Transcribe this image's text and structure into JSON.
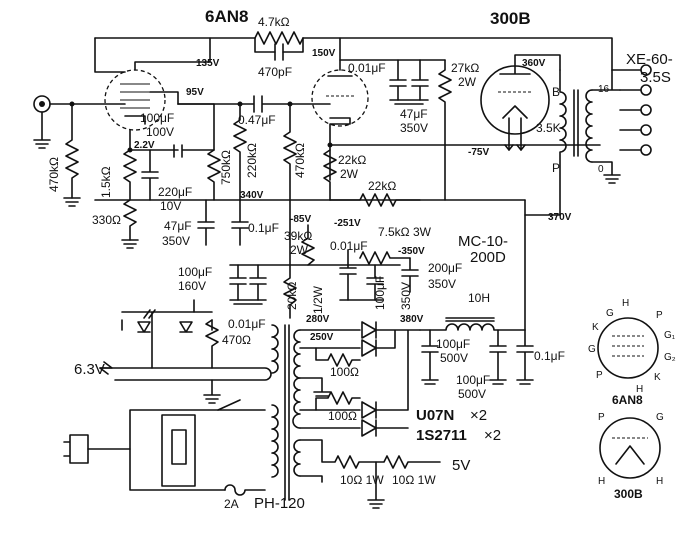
{
  "tubes": {
    "driver": "6AN8",
    "output": "300B"
  },
  "transformers": {
    "output_model": "XE-60-",
    "output_model_2": "3.5S",
    "output_impedance": "3.5K",
    "output_tap_16": "16",
    "output_tap_0": "0",
    "output_b": "B",
    "output_p": "P",
    "choke_model": "MC-10-",
    "choke_model_2": "200D",
    "choke_value": "10H",
    "power_model": "PH-120"
  },
  "diodes": {
    "rect_1": "U07N",
    "rect_1_count": "×2",
    "rect_2": "1S2711",
    "rect_2_count": "×2"
  },
  "fuse": "2A",
  "heater": "6.3V",
  "filament": "5V",
  "voltages": [
    "135V",
    "95V",
    "150V",
    "360V",
    "2.2V",
    "340V",
    "-75V",
    "-85V",
    "-251V",
    "-350V",
    "370V",
    "280V",
    "250V",
    "380V"
  ],
  "components": {
    "r_feedback": "4.7kΩ",
    "c_feedback": "470pF",
    "c_001_top": "0.01μF",
    "c_47_top": "47μF",
    "c_47_top_v": "350V",
    "r_27k": "27kΩ",
    "r_27k_w": "2W",
    "r_470k_in": "470kΩ",
    "c_100_cath": "100μF",
    "c_100_cath_v": "100V",
    "c_047": "0.47μF",
    "r_220k": "220kΩ",
    "r_470k_grid": "470kΩ",
    "r_15k": "1.5kΩ",
    "r_330": "330Ω",
    "c_220": "220μF",
    "c_220_v": "10V",
    "r_750k": "750kΩ",
    "c_47_mid": "47μF",
    "c_47_mid_v": "350V",
    "c_01_mid": "0.1μF",
    "r_22k_v": "22kΩ",
    "r_22k_v_w": "2W",
    "r_22k_h": "22kΩ",
    "r_39k": "39kΩ",
    "r_39k_w": "2W",
    "c_001_neg": "0.01μF",
    "r_75k": "7.5kΩ 3W",
    "c_100_neg": "100μF",
    "c_100_neg_v": "160V",
    "r_20k": "20kΩ",
    "r_20k_w": "1/2W",
    "c_100_350": "100μF",
    "c_100_350_v": "350V",
    "c_200": "200μF",
    "c_200_v": "350V",
    "c_001_led": "0.01μF",
    "r_470_led": "470Ω",
    "r_100_a": "100Ω",
    "r_100_b": "100Ω",
    "c_100_psu1": "100μF",
    "c_100_psu1_v": "500V",
    "c_100_psu2": "100μF",
    "c_100_psu2_v": "500V",
    "c_01_psu": "0.1μF",
    "r_10_a": "10Ω 1W",
    "r_10_b": "10Ω 1W"
  },
  "pin_labels": {
    "h1": "H",
    "p1": "P",
    "g1": "G₁",
    "g2": "G₂",
    "k1": "K",
    "g3": "G",
    "p2": "P",
    "k2": "K",
    "g4": "G",
    "h2": "H",
    "p3": "P",
    "g5": "G",
    "h3": "H",
    "h4": "H"
  }
}
